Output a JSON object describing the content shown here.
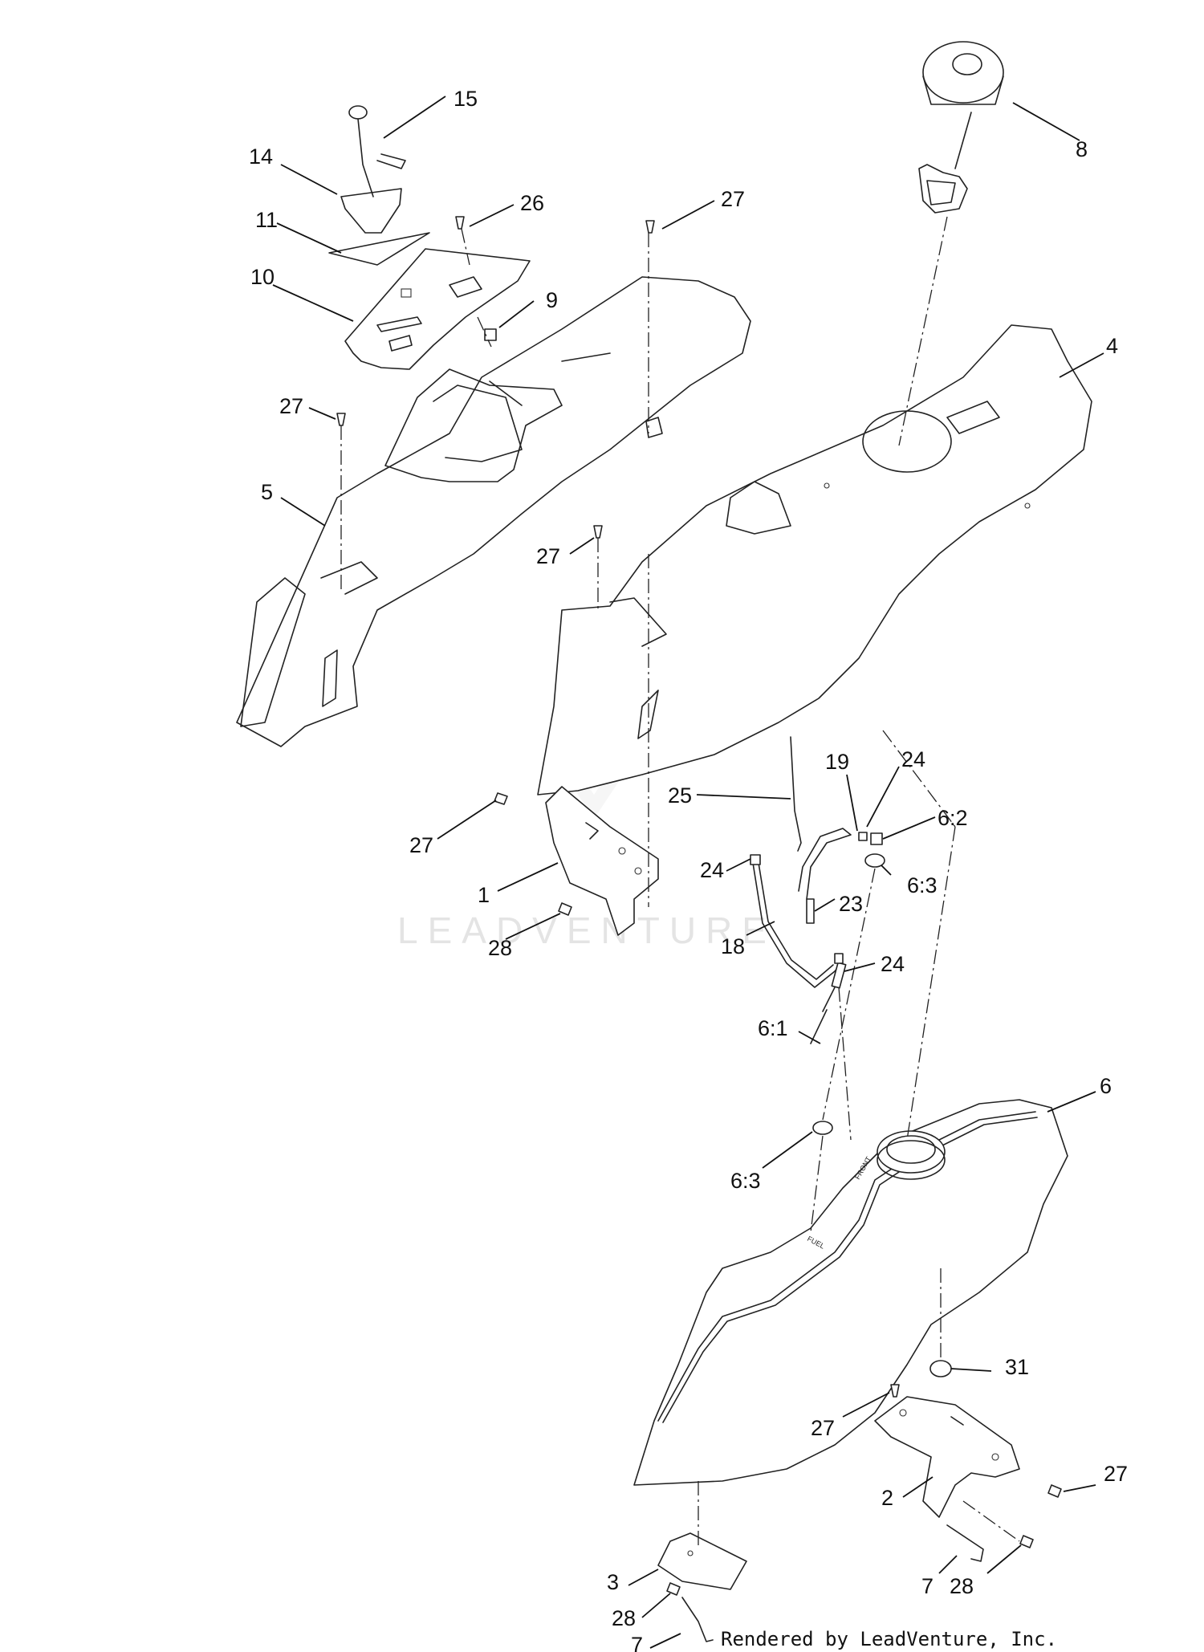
{
  "callouts": [
    {
      "label": "15"
    },
    {
      "label": "14"
    },
    {
      "label": "11"
    },
    {
      "label": "26"
    },
    {
      "label": "10"
    },
    {
      "label": "9"
    },
    {
      "label": "27"
    },
    {
      "label": "27"
    },
    {
      "label": "5"
    },
    {
      "label": "27"
    },
    {
      "label": "8"
    },
    {
      "label": "4"
    },
    {
      "label": "27"
    },
    {
      "label": "1"
    },
    {
      "label": "28"
    },
    {
      "label": "25"
    },
    {
      "label": "19"
    },
    {
      "label": "24"
    },
    {
      "label": "6:2"
    },
    {
      "label": "24"
    },
    {
      "label": "6:3"
    },
    {
      "label": "23"
    },
    {
      "label": "18"
    },
    {
      "label": "24"
    },
    {
      "label": "6:1"
    },
    {
      "label": "6"
    },
    {
      "label": "6:3"
    },
    {
      "label": "31"
    },
    {
      "label": "27"
    },
    {
      "label": "27"
    },
    {
      "label": "2"
    },
    {
      "label": "7"
    },
    {
      "label": "28"
    },
    {
      "label": "3"
    },
    {
      "label": "28"
    },
    {
      "label": "7"
    }
  ],
  "watermark": "LEADVENTURE",
  "credit": "Rendered by LeadVenture, Inc.",
  "tank_text": {
    "fuel": "FUEL",
    "front": "FRONT"
  }
}
